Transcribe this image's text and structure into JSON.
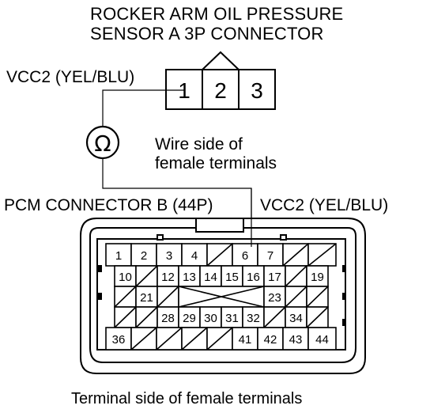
{
  "sensor_title_line1": "ROCKER ARM OIL PRESSURE",
  "sensor_title_line2": "SENSOR A 3P CONNECTOR",
  "vcc2_sensor_label": "VCC2 (YEL/BLU)",
  "sensor_pins": [
    "1",
    "2",
    "3"
  ],
  "ohm_symbol": "Ω",
  "wire_side_line1": "Wire side of",
  "wire_side_line2": "female terminals",
  "pcm_connector_label": "PCM CONNECTOR B (44P)",
  "vcc2_pcm_label": "VCC2 (YEL/BLU)",
  "terminal_side_caption": "Terminal side of female terminals",
  "pcm_rows": [
    [
      "1",
      "2",
      "3",
      "4",
      "",
      "6",
      "7",
      "",
      ""
    ],
    [
      "10",
      "",
      "12",
      "13",
      "14",
      "15",
      "16",
      "17",
      "",
      "19"
    ],
    [
      "",
      "21",
      "",
      "",
      "",
      "",
      "",
      "23",
      "",
      ""
    ],
    [
      "",
      "",
      "28",
      "29",
      "30",
      "31",
      "32",
      "",
      "34",
      ""
    ],
    [
      "36",
      "",
      "",
      "",
      "",
      "41",
      "42",
      "43",
      "44"
    ]
  ]
}
